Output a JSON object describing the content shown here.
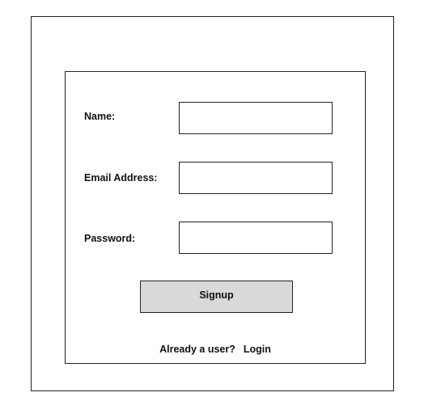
{
  "form": {
    "name_label": "Name:",
    "name_value": "",
    "email_label": "Email Address:",
    "email_value": "",
    "password_label": "Password:",
    "password_value": "",
    "signup_label": "Signup"
  },
  "footer": {
    "prompt_text": "Already a user?",
    "login_label": "Login"
  },
  "colors": {
    "border": "#222222",
    "button_background": "#d9d9d9",
    "page_background": "#ffffff",
    "text": "#111111"
  }
}
